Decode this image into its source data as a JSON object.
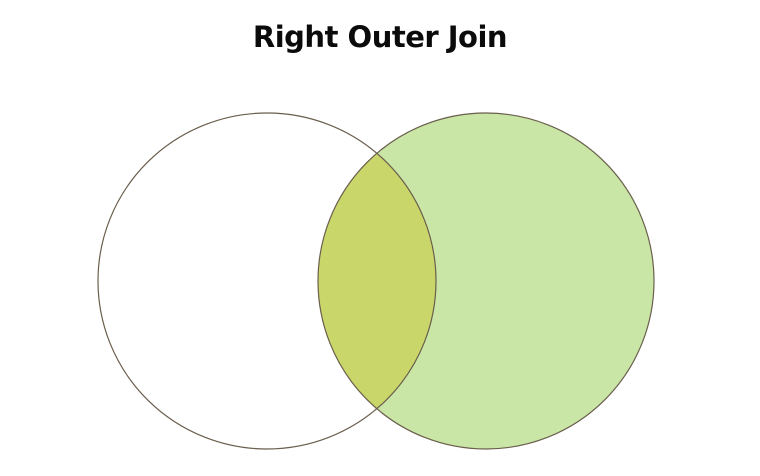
{
  "title": "Right Outer Join",
  "colors": {
    "background": "#ffffff",
    "left_circle_fill": "#ffffff",
    "right_circle_fill": "#cae6a6",
    "intersection_fill": "#c9d66a",
    "outline": "#6a5e4c"
  },
  "diagram": {
    "type": "venn",
    "sets": [
      "left",
      "right"
    ],
    "highlighted_regions": [
      "right-only",
      "intersection"
    ]
  }
}
